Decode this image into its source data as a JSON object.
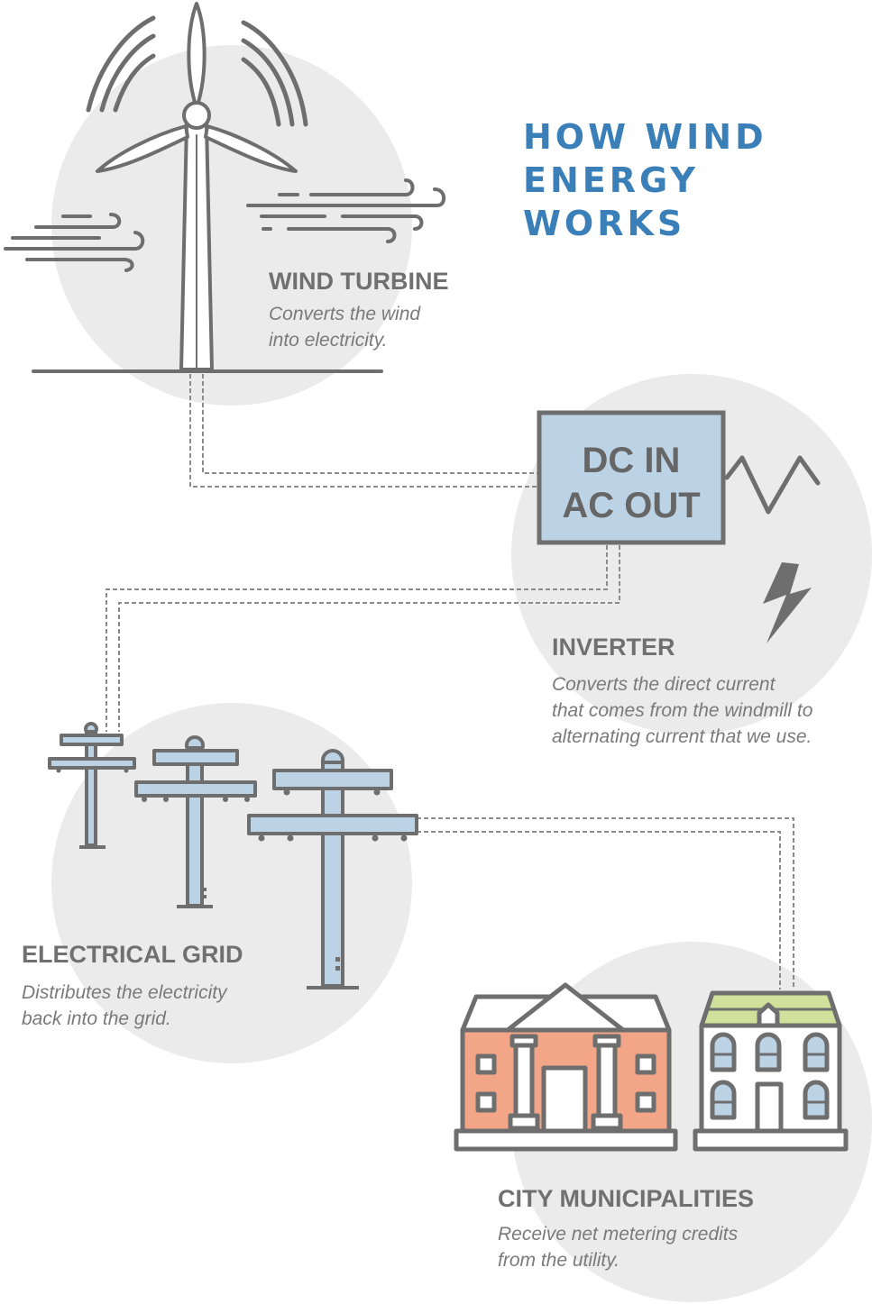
{
  "title": {
    "line1": "HOW WIND",
    "line2": "ENERGY WORKS"
  },
  "colors": {
    "title": "#3a7fb8",
    "circle": "#ebebeb",
    "line": "#6e6e6e",
    "inverter_fill": "#bcd3e6",
    "pole_fill": "#bcd3e6",
    "civic_building": "#f2a587",
    "roof_green": "#cfe19a"
  },
  "steps": [
    {
      "heading": "WIND TURBINE",
      "description": [
        "Converts the wind",
        "into electricity."
      ],
      "icon": "wind-turbine-icon"
    },
    {
      "heading": "INVERTER",
      "description": [
        "Converts the direct current",
        "that comes from the windmill to",
        "alternating current that we use."
      ],
      "icon": "inverter-icon",
      "box_lines": [
        "DC IN",
        "AC OUT"
      ]
    },
    {
      "heading": "ELECTRICAL GRID",
      "description": [
        "Distributes the electricity",
        "back into the grid."
      ],
      "icon": "utility-poles-icon"
    },
    {
      "heading": "CITY MUNICIPALITIES",
      "description": [
        "Receive net metering credits",
        "from the utility."
      ],
      "icon": "buildings-icon"
    }
  ]
}
